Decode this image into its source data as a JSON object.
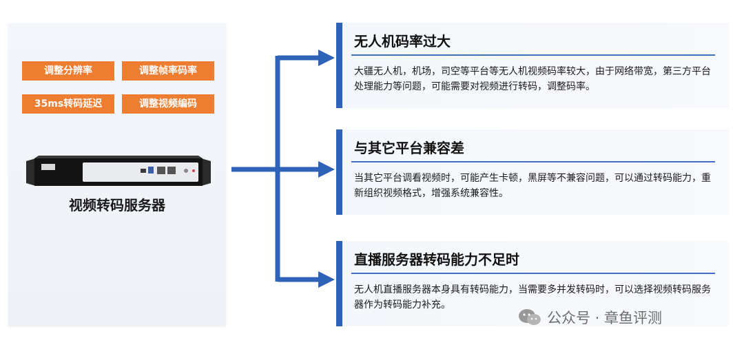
{
  "left": {
    "tags": [
      "调整分辨率",
      "调整帧率码率",
      "35ms转码延迟",
      "调整视频编码"
    ],
    "server_label": "视频转码服务器"
  },
  "cards": [
    {
      "title": "无人机码率过大",
      "body": "大疆无人机，机场，司空等平台等无人机视频码率较大，由于网络带宽，第三方平台处理能力等问题，可能需要对视频进行转码，调整码率。"
    },
    {
      "title": "与其它平台兼容差",
      "body": "当其它平台调看视频时，可能产生卡顿，黑屏等不兼容问题，可以通过转码能力，重新组织视频格式，增强系统兼容性。"
    },
    {
      "title": "直播服务器转码能力不足时",
      "body": "无人机直播服务器本身具有转码能力，当需要多并发转码时，可以选择视频转码服务器作为转码能力补充。"
    }
  ],
  "watermark": "公众号 · 章鱼评测",
  "colors": {
    "accent_orange": "#ed7d31",
    "accent_blue": "#2e63b8"
  },
  "icons": {
    "watermark": "wechat-icon"
  }
}
